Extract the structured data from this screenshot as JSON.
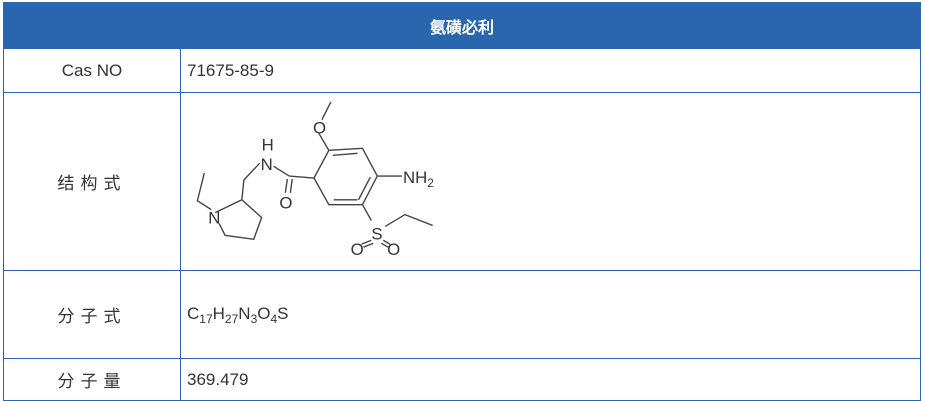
{
  "title": "氨磺必利",
  "rows": [
    {
      "label": "Cas NO",
      "value": "71675-85-9"
    },
    {
      "label": "结构式",
      "value": null
    },
    {
      "label": "分子式",
      "formula": [
        [
          "C",
          "17"
        ],
        [
          "H",
          "27"
        ],
        [
          "N",
          "3"
        ],
        [
          "O",
          "4"
        ],
        [
          "S",
          ""
        ]
      ]
    },
    {
      "label": "分子量",
      "value": "369.479"
    }
  ],
  "structure": {
    "atoms": {
      "o1": "O",
      "n1": "N",
      "h1": "H",
      "o2": "O",
      "nh2": "NH",
      "sub2": "2",
      "s": "S",
      "o3": "O",
      "o4": "O",
      "n2": "N"
    }
  }
}
